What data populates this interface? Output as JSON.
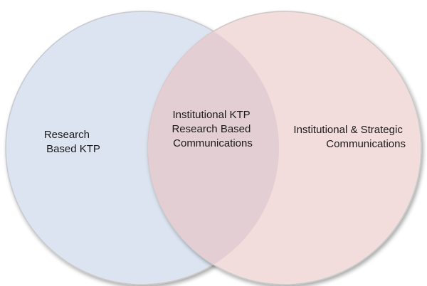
{
  "diagram": {
    "type": "venn",
    "left_circle": {
      "fill": "#dbe4f0",
      "stroke": "#c9c9c9",
      "label_lines": [
        "Research",
        "Based KTP"
      ]
    },
    "right_circle": {
      "fill": "#f2dcdc",
      "stroke": "#c9c9c9",
      "label_lines": [
        "Institutional & Strategic",
        "Communications"
      ]
    },
    "overlap": {
      "fill": "#e3cfd3",
      "label_lines": [
        "Institutional KTP",
        "Research Based",
        "Communications"
      ]
    }
  }
}
